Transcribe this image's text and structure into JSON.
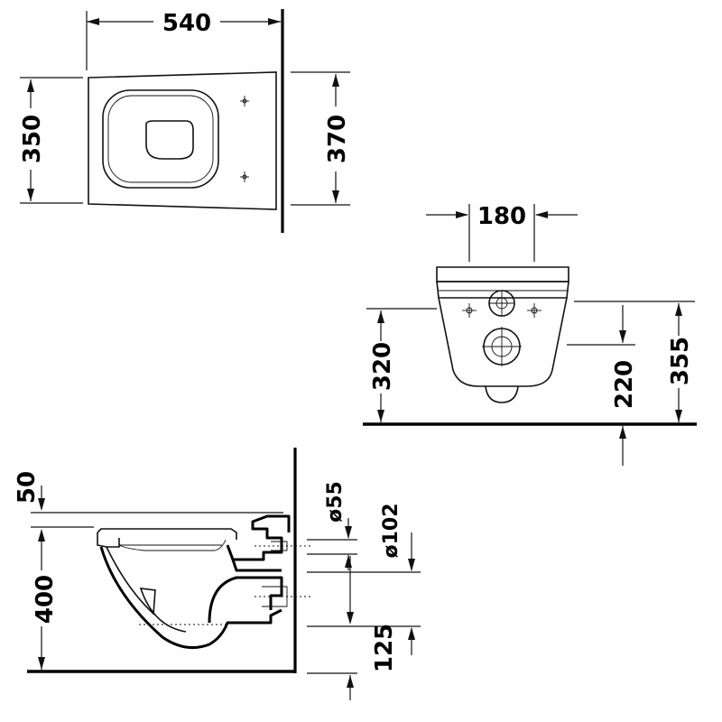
{
  "dimensions": {
    "top_width": "540",
    "top_depth_left": "350",
    "top_depth_right": "370",
    "front_outlet_spacing": "180",
    "front_height_320": "320",
    "front_height_220": "220",
    "front_height_355": "355",
    "side_seat_thickness": "50",
    "side_height": "400",
    "side_diameter_small": "ø55",
    "side_diameter_large": "ø102",
    "side_bottom_offset": "125"
  },
  "colors": {
    "line": "#111111",
    "background": "#ffffff"
  }
}
